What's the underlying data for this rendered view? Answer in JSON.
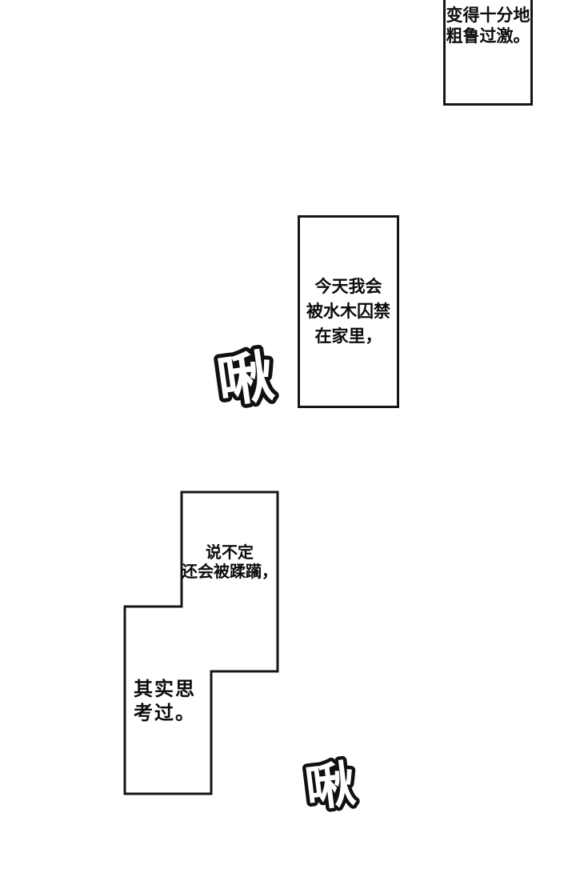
{
  "page": {
    "background_color": "#ffffff",
    "ink_color": "#161616"
  },
  "panels": {
    "top_right": {
      "lines": [
        "变得十分地",
        "粗鲁过激。"
      ]
    },
    "middle": {
      "lines": [
        "今天我会",
        "被水木囚禁",
        "在家里，"
      ]
    },
    "bottom_upper": {
      "lines": [
        "说不定",
        "还会被蹂躏，"
      ]
    },
    "bottom_lower": {
      "lines": [
        "其实思",
        "考过。"
      ]
    }
  },
  "sfx": {
    "chirp1": "啾",
    "chirp2": "啾"
  }
}
